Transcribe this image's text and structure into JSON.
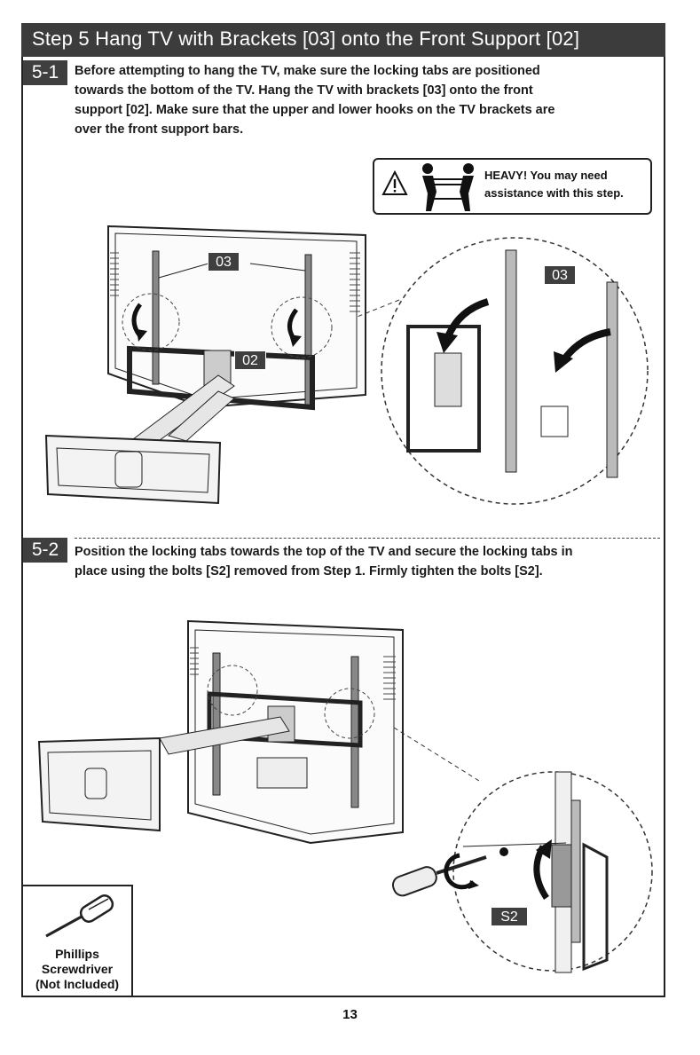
{
  "step": {
    "title": "Step 5 Hang TV with Brackets [03] onto the Front Support [02]"
  },
  "substeps": [
    {
      "badge": "5-1",
      "lines": [
        "Before attempting to hang the TV, make sure the locking tabs are positioned",
        "towards the bottom of the TV. Hang the TV with brackets [03] onto the front",
        "support [02]. Make sure that the upper and lower hooks on the TV brackets are",
        "over the front support bars."
      ]
    },
    {
      "badge": "5-2",
      "lines": [
        "Position the locking tabs towards the top of the TV and secure the locking tabs in",
        "place using the bolts [S2] removed from Step 1. Firmly tighten the bolts [S2]."
      ]
    }
  ],
  "warning": {
    "lines": [
      "HEAVY! You may need",
      "assistance with this step."
    ],
    "icon": "warning-triangle-icon",
    "figure_icon": "two-person-lift-icon"
  },
  "callouts": {
    "bracket_main": "03",
    "support_main": "02",
    "bracket_zoom": "03",
    "bolt_zoom": "S2"
  },
  "tool": {
    "lines": [
      "Phillips",
      "Screwdriver",
      "(Not Included)"
    ],
    "icon": "screwdriver-icon"
  },
  "page_number": "13"
}
